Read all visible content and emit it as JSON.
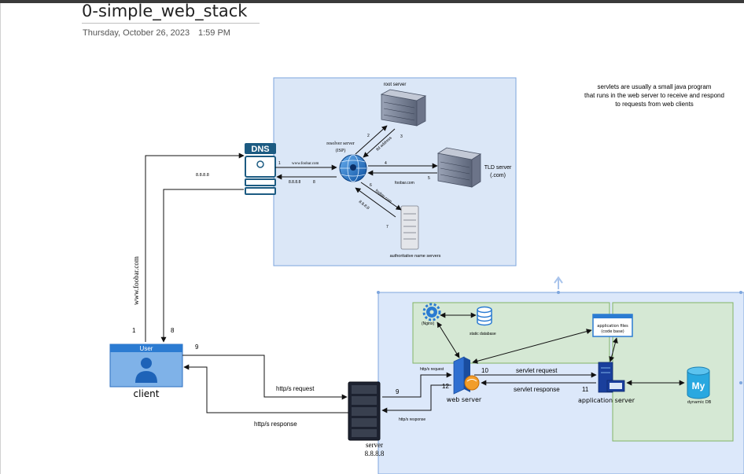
{
  "page": {
    "title": "0-simple_web_stack",
    "date": "Thursday, October 26, 2023",
    "time": "1:59 PM"
  },
  "note": {
    "line1": "servlets are usually a small java program",
    "line2": "that runs in the web server to receive and respond",
    "line3": "to requests from web clients"
  },
  "dns": {
    "label": "DNS",
    "root_server": "root server",
    "resolver_line1": "resolver server",
    "resolver_line2": "(ISP)",
    "tld_line1": "TLD server",
    "tld_line2": "(.com)",
    "authoritative": "authoritative name servers",
    "query_domain": "www.foobar.com",
    "answer_ip": "8.8.8.8",
    "step1": "1",
    "step2": "2",
    "step3": "3",
    "step4": "4",
    "step5": "5",
    "step6": "6",
    "step7": "7",
    "step8": "8",
    "tld_ip_address": "tld address",
    "foobar_com": "foobar.com",
    "foobar_com_2": "foobar.com",
    "auth_ip": "8.8.8.8"
  },
  "client": {
    "header": "User",
    "label": "client",
    "domain_vertical": "www.foobar.com",
    "dns_reply_ip": "8.8.8.8",
    "step1": "1",
    "step8": "8",
    "step9": "9"
  },
  "flow": {
    "http_request": "http/s request",
    "http_response": "http/s response",
    "step9_server": "9"
  },
  "server": {
    "label": "server",
    "ip": "8.8.8.8"
  },
  "stack": {
    "nginx": "(Nginx)",
    "static_database": "static database",
    "app_files_line1": "application files",
    "app_files_line2": "(code base)",
    "http_request_small": "http/s request",
    "http_response_small": "http/s response",
    "web_server": "web server",
    "step10": "10",
    "step11": "11",
    "step12": "12",
    "servlet_request": "servlet request",
    "servlet_response": "servlet response",
    "application_server": "application server",
    "mysql_logo": "My",
    "dynamic_db": "dynamic DB"
  },
  "colors": {
    "dns_panel": "#dbe7f7",
    "stack_panel": "#dce8fa",
    "green_panel": "#d5e8d4",
    "client_blue": "#2b7bd2",
    "dns_teal": "#1c5b82"
  }
}
